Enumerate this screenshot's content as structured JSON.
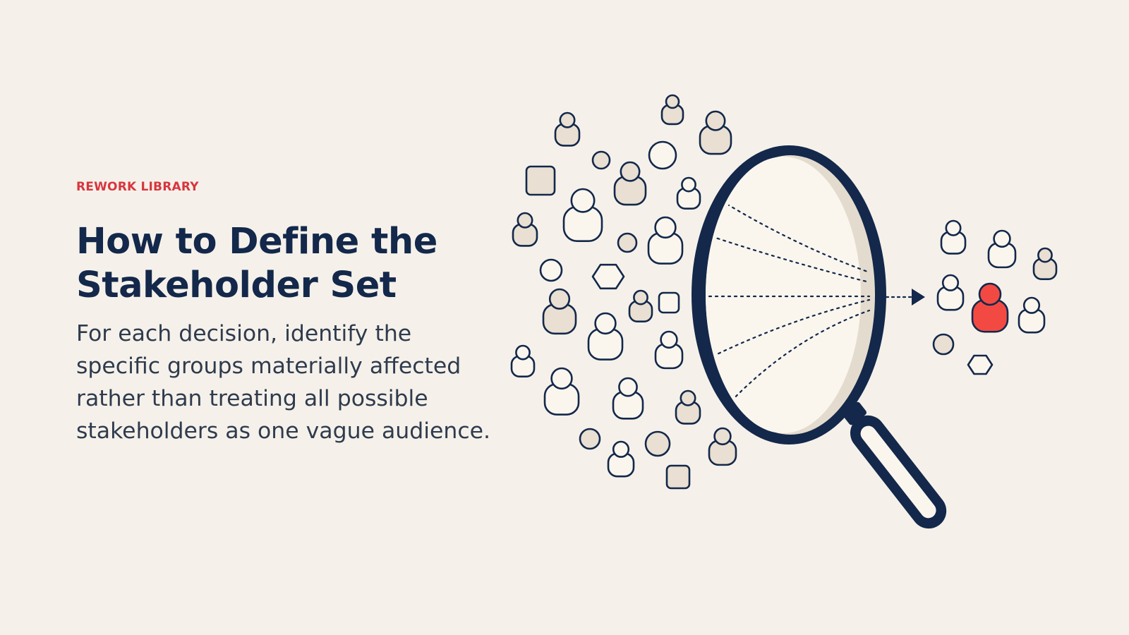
{
  "label": "REWORK LIBRARY",
  "title": "How to Define the Stakeholder Set",
  "description": "For each decision, identify the specific groups materially affected rather than treating all possible stakeholders as one vague audience.",
  "colors": {
    "background": "#f5f1ea",
    "accent": "#d8363e",
    "navy": "#13284a",
    "highlight_person": "#f24a43",
    "figure_cream": "#faf6ee",
    "figure_tan": "#e9dfd2"
  },
  "icons": [
    "person-icon",
    "magnifying-glass-icon",
    "arrow-right-icon",
    "hexagon-icon",
    "circle-icon",
    "square-icon"
  ]
}
